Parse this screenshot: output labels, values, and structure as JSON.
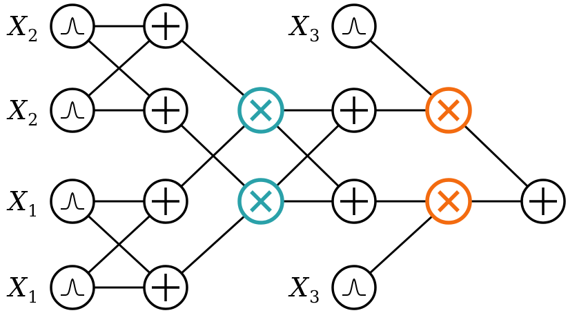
{
  "colors": {
    "default": "#000000",
    "product_layer_1": "#2aa1a9",
    "product_layer_2": "#f36b10"
  },
  "nodes": [
    {
      "id": "in_x2_a",
      "type": "gaussian",
      "label": {
        "base": "X",
        "sub": "2"
      }
    },
    {
      "id": "in_x2_b",
      "type": "gaussian",
      "label": {
        "base": "X",
        "sub": "2"
      }
    },
    {
      "id": "in_x1_a",
      "type": "gaussian",
      "label": {
        "base": "X",
        "sub": "1"
      }
    },
    {
      "id": "in_x1_b",
      "type": "gaussian",
      "label": {
        "base": "X",
        "sub": "1"
      }
    },
    {
      "id": "sum1_1",
      "type": "sum"
    },
    {
      "id": "sum1_2",
      "type": "sum"
    },
    {
      "id": "sum1_3",
      "type": "sum"
    },
    {
      "id": "sum1_4",
      "type": "sum"
    },
    {
      "id": "prod1_1",
      "type": "product",
      "color": "product_layer_1"
    },
    {
      "id": "prod1_2",
      "type": "product",
      "color": "product_layer_1"
    },
    {
      "id": "sum2_1",
      "type": "sum"
    },
    {
      "id": "sum2_2",
      "type": "sum"
    },
    {
      "id": "in_x3_a",
      "type": "gaussian",
      "label": {
        "base": "X",
        "sub": "3"
      }
    },
    {
      "id": "in_x3_b",
      "type": "gaussian",
      "label": {
        "base": "X",
        "sub": "3"
      }
    },
    {
      "id": "prod2_1",
      "type": "product",
      "color": "product_layer_2"
    },
    {
      "id": "prod2_2",
      "type": "product",
      "color": "product_layer_2"
    },
    {
      "id": "root_sum",
      "type": "sum"
    }
  ],
  "edges": [
    [
      "in_x2_a",
      "sum1_1"
    ],
    [
      "in_x2_a",
      "sum1_2"
    ],
    [
      "in_x2_b",
      "sum1_1"
    ],
    [
      "in_x2_b",
      "sum1_2"
    ],
    [
      "in_x1_a",
      "sum1_3"
    ],
    [
      "in_x1_a",
      "sum1_4"
    ],
    [
      "in_x1_b",
      "sum1_3"
    ],
    [
      "in_x1_b",
      "sum1_4"
    ],
    [
      "sum1_1",
      "prod1_1"
    ],
    [
      "sum1_2",
      "prod1_2"
    ],
    [
      "sum1_3",
      "prod1_1"
    ],
    [
      "sum1_4",
      "prod1_2"
    ],
    [
      "prod1_1",
      "sum2_1"
    ],
    [
      "prod1_1",
      "sum2_2"
    ],
    [
      "prod1_2",
      "sum2_1"
    ],
    [
      "prod1_2",
      "sum2_2"
    ],
    [
      "in_x3_a",
      "prod2_1"
    ],
    [
      "sum2_1",
      "prod2_1"
    ],
    [
      "sum2_2",
      "prod2_2"
    ],
    [
      "in_x3_b",
      "prod2_2"
    ],
    [
      "prod2_1",
      "root_sum"
    ],
    [
      "prod2_2",
      "root_sum"
    ]
  ]
}
